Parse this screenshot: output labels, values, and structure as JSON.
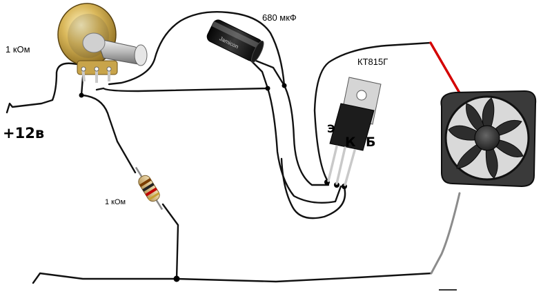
{
  "labels": {
    "pot_value": "1 кОм",
    "supply": "+12в",
    "resistor_value": "1 кОм",
    "capacitor_value": "680 мкФ",
    "transistor_model": "КТ815Г",
    "pin_emitter": "Э",
    "pin_collector": "К",
    "pin_base": "Б"
  },
  "capacitor_marking": "Jamicon",
  "colors": {
    "wire": "#111111",
    "fan_positive_wire": "#d40000",
    "fan_negative_wire": "#8c8c8c",
    "junction": "#000000"
  },
  "icons": [
    "potentiometer-icon",
    "capacitor-icon",
    "resistor-icon",
    "transistor-icon",
    "fan-icon"
  ]
}
